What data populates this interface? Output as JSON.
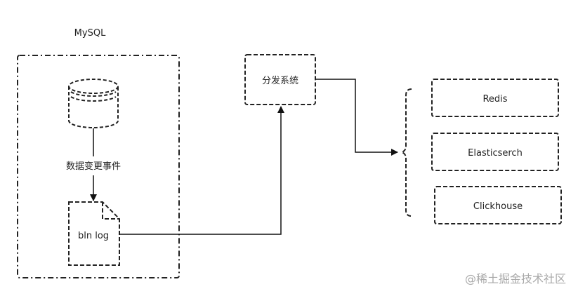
{
  "mysql": {
    "title": "MySQL",
    "event_label": "数据变更事件",
    "file_label": "bln log"
  },
  "distributor": {
    "label": "分发系统"
  },
  "targets": [
    {
      "label": "Redis"
    },
    {
      "label": "Elasticserch"
    },
    {
      "label": "Clickhouse"
    }
  ],
  "watermark": "@稀土掘金技术社区"
}
